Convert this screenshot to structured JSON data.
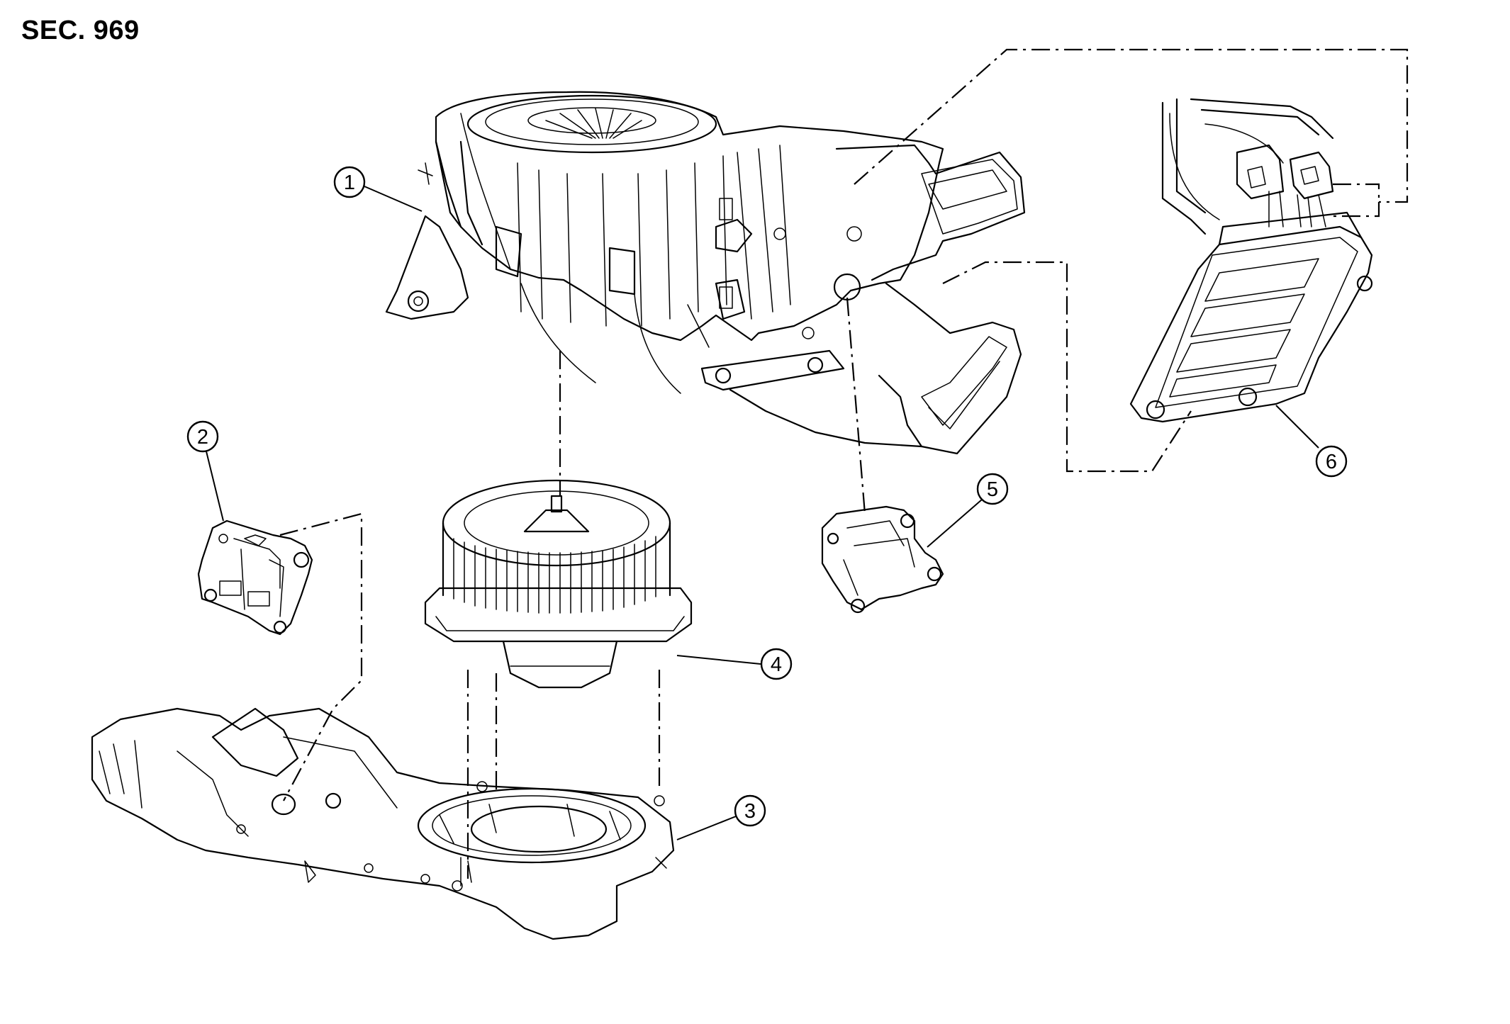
{
  "section": {
    "title": "SEC. 969"
  },
  "callouts": [
    {
      "id": "1",
      "label": "1"
    },
    {
      "id": "2",
      "label": "2"
    },
    {
      "id": "3",
      "label": "3"
    },
    {
      "id": "4",
      "label": "4"
    },
    {
      "id": "5",
      "label": "5"
    },
    {
      "id": "6",
      "label": "6"
    }
  ]
}
